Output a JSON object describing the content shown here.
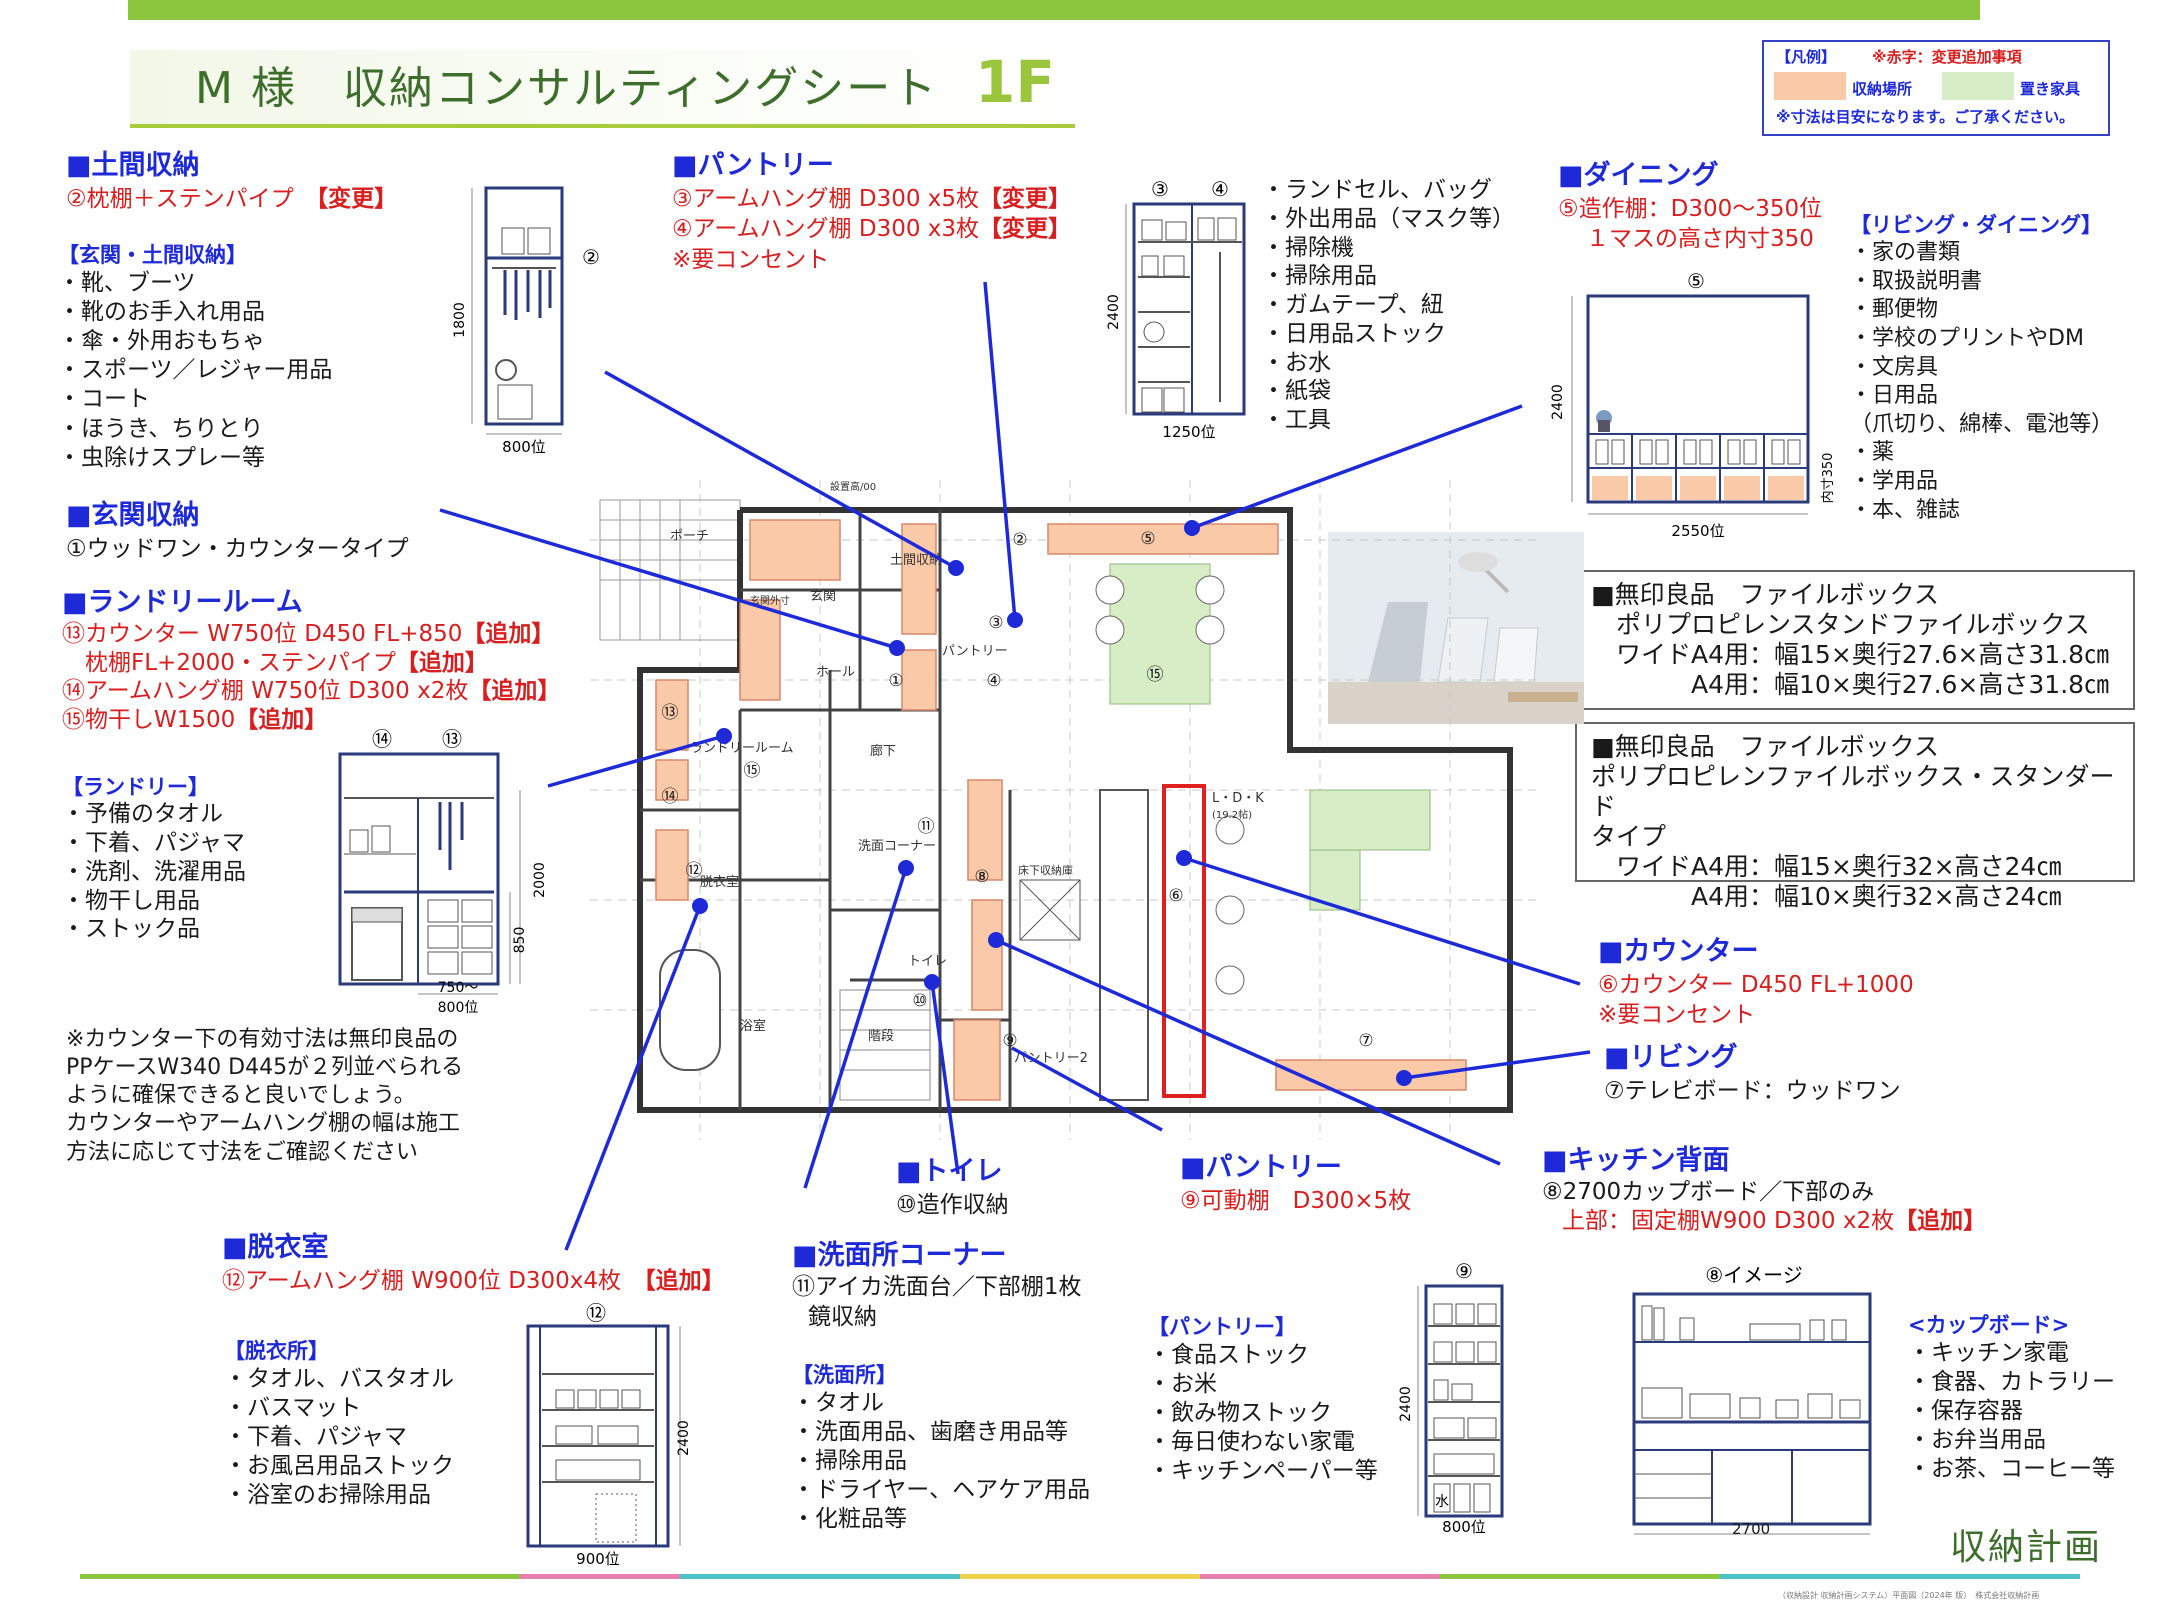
{
  "header": {
    "title": "M 様　収納コンサルティングシート",
    "floor": "1F"
  },
  "legend": {
    "heading": "【凡例】",
    "note_red": "※赤字：変更追加事項",
    "storage": "収納場所",
    "furniture": "置き家具",
    "footnote": "※寸法は目安になります。ご了承ください。",
    "storage_color": "#f9c9a8",
    "furniture_color": "#d6edc5"
  },
  "colors": {
    "accent_blue": "#1e2ad8",
    "accent_red": "#d81e1e",
    "brand_green": "#8cc63f"
  },
  "doma": {
    "heading": "■土間収納",
    "spec": "②枕棚＋ステンパイプ",
    "tag": "【変更】",
    "list_heading": "【玄関・土間収納】",
    "items": [
      "・靴、ブーツ",
      "・靴のお手入れ用品",
      "・傘・外用おもちゃ",
      "・スポーツ／レジャー用品",
      "・コート",
      "・ほうき、ちりとり",
      "・虫除けスプレー等"
    ],
    "fig_label": "②",
    "dim_h": "1800",
    "dim_w": "800位"
  },
  "genkan": {
    "heading": "■玄関収納",
    "spec": "①ウッドワン・カウンタータイプ"
  },
  "laundry": {
    "heading": "■ランドリールーム",
    "specs": [
      {
        "text": "⑬カウンター W750位 D450 FL+850",
        "tag": "【追加】"
      },
      {
        "text": "枕棚FL+2000・ステンパイプ",
        "tag": "【追加】"
      },
      {
        "text": "⑭アームハング棚 W750位 D300 x2枚",
        "tag": "【追加】"
      },
      {
        "text": "⑮物干しW1500",
        "tag": "【追加】"
      }
    ],
    "list_heading": "【ランドリー】",
    "items": [
      "・予備のタオル",
      "・下着、パジャマ",
      "・洗剤、洗濯用品",
      "・物干し用品",
      "・ストック品"
    ],
    "fig_labels": [
      "⑭",
      "⑬"
    ],
    "dim_h1": "2000",
    "dim_h2": "850",
    "dim_w": "750～",
    "dim_w2": "800位"
  },
  "note": {
    "lines": [
      "※カウンター下の有効寸法は無印良品の",
      "PPケースW340 D445が２列並べられる",
      "ように確保できると良いでしょう。",
      "カウンターやアームハング棚の幅は施工",
      "方法に応じて寸法をご確認ください"
    ]
  },
  "pantry_top": {
    "heading": "■パントリー",
    "specs": [
      {
        "text": "③アームハング棚 D300 x5枚",
        "tag": "【変更】"
      },
      {
        "text": "④アームハング棚 D300 x3枚",
        "tag": "【変更】"
      },
      {
        "text": "※要コンセント",
        "tag": ""
      }
    ],
    "fig_labels": [
      "③",
      "④"
    ],
    "dim_h": "2400",
    "dim_w": "1250位",
    "items": [
      "・ランドセル、バッグ",
      "・外出用品（マスク等）",
      "・掃除機",
      "・掃除用品",
      "・ガムテープ、紐",
      "・日用品ストック",
      "・お水",
      "・紙袋",
      "・工具"
    ]
  },
  "dining": {
    "heading": "■ダイニング",
    "spec1": "⑤造作棚：D300～350位",
    "spec2": "１マスの高さ内寸350",
    "fig_label": "⑤",
    "dim_h": "2400",
    "dim_w": "2550位",
    "dim_in": "内寸350",
    "list_heading": "【リビング・ダイニング】",
    "items": [
      "・家の書類",
      "・取扱説明書",
      "・郵便物",
      "・学校のプリントやDM",
      "・文房具",
      "・日用品",
      "（爪切り、綿棒、電池等）",
      "・薬",
      "・学用品",
      "・本、雑誌"
    ]
  },
  "muji1": {
    "lines": [
      "■無印良品　ファイルボックス",
      "　ポリプロピレンスタンドファイルボックス",
      "　ワイドA4用：幅15×奥行27.6×高さ31.8㎝",
      "　　　　A4用：幅10×奥行27.6×高さ31.8㎝"
    ]
  },
  "muji2": {
    "lines": [
      "■無印良品　ファイルボックス",
      "ポリプロピレンファイルボックス・スタンダード",
      "タイプ",
      "　ワイドA4用：幅15×奥行32×高さ24㎝",
      "　　　　A4用：幅10×奥行32×高さ24㎝"
    ]
  },
  "counter": {
    "heading": "■カウンター",
    "spec": "⑥カウンター D450 FL+1000",
    "note": "※要コンセント"
  },
  "living": {
    "heading": "■リビング",
    "spec": "⑦テレビボード：ウッドワン"
  },
  "kitchen_back": {
    "heading": "■キッチン背面",
    "spec1": "⑧2700カップボード／下部のみ",
    "spec2": "上部：固定棚W900 D300 x2枚",
    "tag": "【追加】"
  },
  "toilet": {
    "heading": "■トイレ",
    "spec": "⑩造作収納"
  },
  "pantry_bottom": {
    "heading": "■パントリー",
    "spec": "⑨可動棚　D300×5枚",
    "list_heading": "【パントリー】",
    "items": [
      "・食品ストック",
      "・お米",
      "・飲み物ストック",
      "・毎日使わない家電",
      "・キッチンペーパー等"
    ],
    "fig_label": "⑨",
    "dim_h": "2400",
    "dim_w": "800位",
    "water": "水"
  },
  "senmen": {
    "heading": "■洗面所コーナー",
    "spec1": "⑪アイカ洗面台／下部棚1枚",
    "spec2": "鏡収納",
    "list_heading": "【洗面所】",
    "items": [
      "・タオル",
      "・洗面用品、歯磨き用品等",
      "・掃除用品",
      "・ドライヤー、ヘアケア用品",
      "・化粧品等"
    ]
  },
  "datsui": {
    "heading": "■脱衣室",
    "spec": "⑫アームハング棚 W900位 D300x4枚",
    "tag": "【追加】",
    "list_heading": "【脱衣所】",
    "items": [
      "・タオル、バスタオル",
      "・バスマット",
      "・下着、パジャマ",
      "・お風呂用品ストック",
      "・浴室のお掃除用品"
    ],
    "fig_label": "⑫",
    "dim_h": "2400",
    "dim_w": "900位"
  },
  "cupboard": {
    "fig_label": "⑧イメージ",
    "dim_w": "2700",
    "list_heading": "<カップボード>",
    "items": [
      "・キッチン家電",
      "・食器、カトラリー",
      "・保存容器",
      "・お弁当用品",
      "・お茶、コーヒー等"
    ]
  },
  "floorplan": {
    "rooms": {
      "porch": "ポーチ",
      "entrance": "玄関",
      "doma": "土間収納",
      "pantry": "パントリー",
      "hall": "ホール",
      "corridor": "廊下",
      "laundry": "ランドリールーム",
      "washroom_corner": "洗面コーナー",
      "datsui": "脱衣室",
      "bath": "浴室",
      "toilet": "トイレ",
      "stairs": "階段",
      "pantry2": "パントリー2",
      "ldk": "L・D・K",
      "ldk_size": "(19.2帖)",
      "floor_storage": "床下収納庫",
      "entry_size": "玄関外寸",
      "setting": "設置高/00"
    },
    "markers": [
      "①",
      "②",
      "③",
      "④",
      "⑤",
      "⑥",
      "⑦",
      "⑧",
      "⑨",
      "⑩",
      "⑪",
      "⑫",
      "⑬",
      "⑭",
      "⑮"
    ]
  },
  "footer": {
    "logo": "収納計画",
    "credit": "（収納設計 収納計画システム）平面図（2024年 版）　株式会社収納計画"
  }
}
